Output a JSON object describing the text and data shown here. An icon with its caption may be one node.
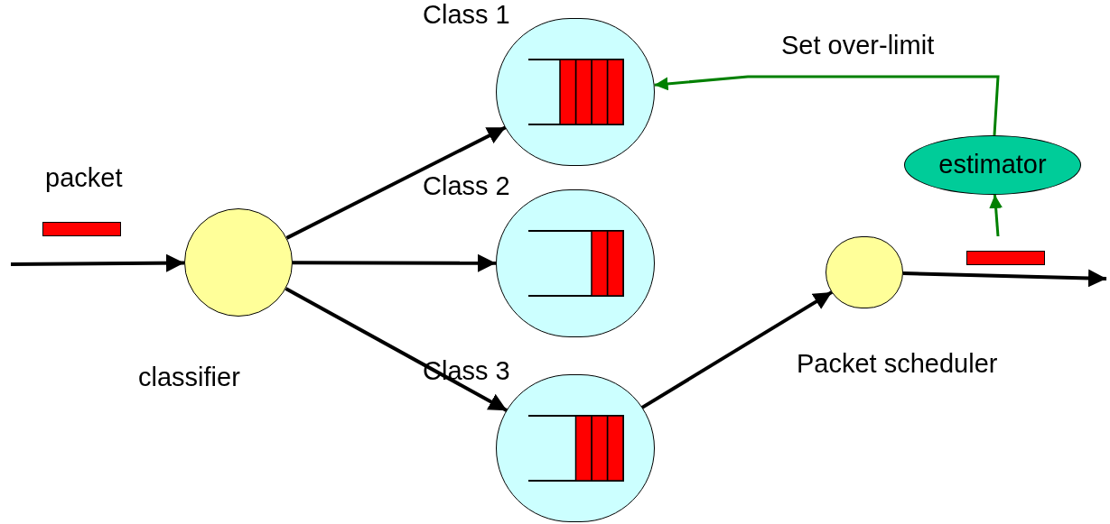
{
  "diagram": {
    "nodes": [
      {
        "text": [],
        "shape": "circle",
        "beside": [
          "classifier"
        ]
      },
      {
        "text": [
          "Class 1"
        ]
      },
      {
        "text": [
          "Class 2"
        ]
      },
      {
        "text": [
          "Class 3"
        ]
      },
      {
        "text": [],
        "shape": "circle",
        "beside": [
          "Packet scheduler"
        ]
      },
      {
        "text": [
          "estimator"
        ]
      },
      {
        "text": [],
        "shape": "bar"
      },
      {
        "text": [],
        "shape": "bar"
      }
    ],
    "edges": [
      {
        "from": null,
        "to": 0,
        "arrow": "to"
      },
      {
        "from": 0,
        "to": 1,
        "arrow": "to"
      },
      {
        "from": 0,
        "to": 2,
        "arrow": "to"
      },
      {
        "from": 0,
        "to": 3,
        "arrow": "to"
      },
      {
        "from": 3,
        "to": 4,
        "arrow": "to"
      },
      {
        "from": 4,
        "to": null,
        "arrow": "to"
      },
      {
        "from": null,
        "to": 5,
        "arrow": "to",
        "color": "#008000"
      },
      {
        "from": 5,
        "to": 1,
        "arrow": "to",
        "label": "Set over-limit",
        "color": "#008000"
      }
    ],
    "labels": [
      "packet"
    ]
  }
}
